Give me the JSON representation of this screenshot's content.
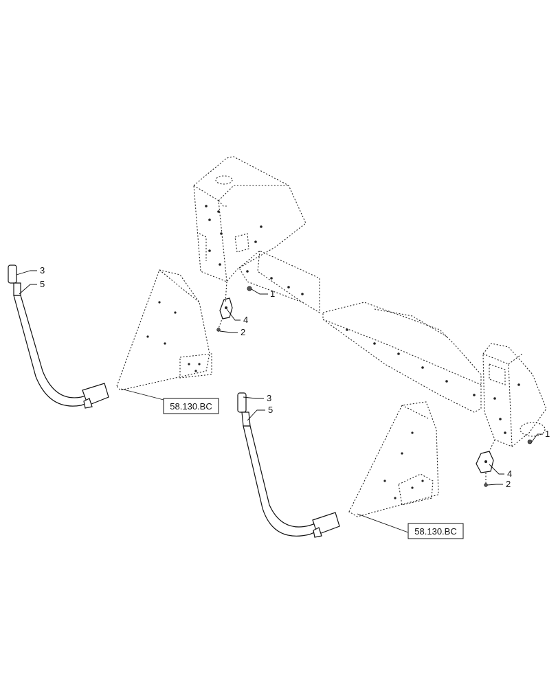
{
  "callouts": {
    "left_handle_top": "3",
    "left_handle_bottom": "5",
    "upper_nut": "1",
    "upper_bracket": "4",
    "upper_bolt": "2",
    "right_handle_top": "3",
    "right_handle_bottom": "5",
    "lower_nut": "1",
    "lower_bracket": "4",
    "lower_bolt": "2"
  },
  "references": {
    "left_shield": "58.130.BC",
    "right_shield": "58.130.BC"
  }
}
